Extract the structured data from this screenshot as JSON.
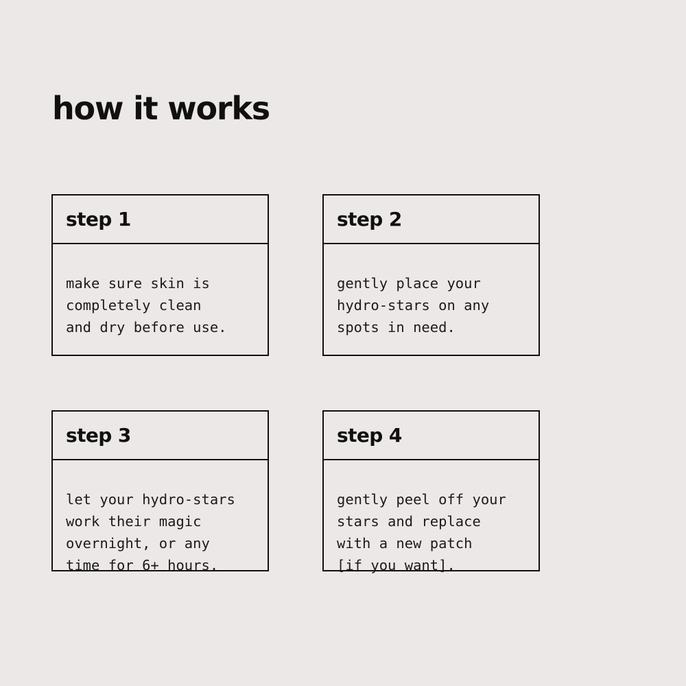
{
  "page": {
    "background_color": "#ede8e8",
    "text_color": "#111010",
    "border_color": "#111010"
  },
  "header": {
    "title": "how it works"
  },
  "steps": [
    {
      "label": "step 1",
      "body": "make sure skin is\ncompletely clean\nand dry before use."
    },
    {
      "label": "step 2",
      "body": "gently place your\nhydro-stars on any\nspots in need."
    },
    {
      "label": "step 3",
      "body": "let your hydro-stars\nwork their magic\novernight, or any\ntime for 6+ hours."
    },
    {
      "label": "step 4",
      "body": "gently peel off your\nstars and replace\nwith a new patch\n[if you want]."
    }
  ]
}
